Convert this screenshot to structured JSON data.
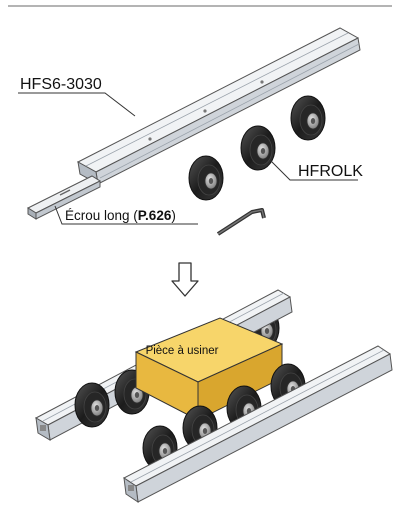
{
  "labels": {
    "profile": "HFS6-3030",
    "roller": "HFROLK",
    "nut_prefix": "Écrou long (",
    "nut_ref": "P.626",
    "nut_suffix": ")",
    "workpiece": "Pièce à usiner"
  },
  "colors": {
    "aluminium_light": "#eef0f2",
    "aluminium_mid": "#c9ced4",
    "aluminium_dark": "#8d949c",
    "roller_body": "#2a2a2a",
    "roller_hub": "#9a9a9a",
    "workpiece_top": "#f7d56a",
    "workpiece_front": "#e8b840",
    "workpiece_side": "#d9a62e",
    "outline": "#333333"
  },
  "icons": {
    "arrow": "down-outline-arrow-icon",
    "wrench": "hex-key-icon"
  }
}
